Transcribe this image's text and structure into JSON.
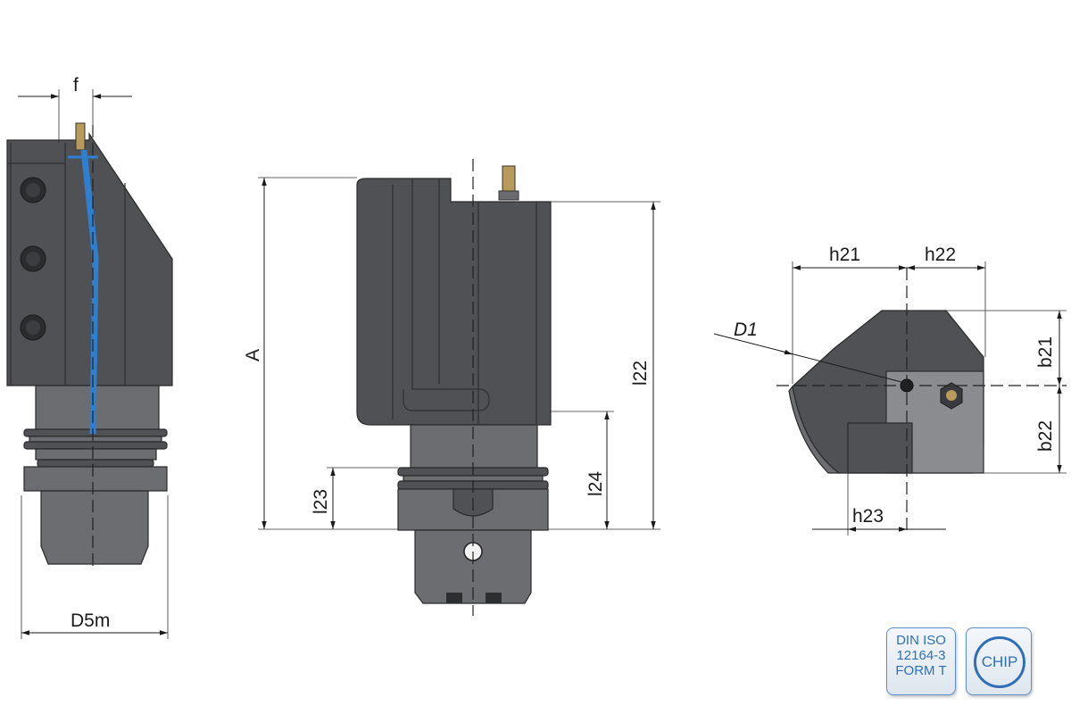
{
  "dimensions": {
    "f": "f",
    "d5m": "D5m",
    "a": "A",
    "l22": "l22",
    "l23": "l23",
    "l24": "l24",
    "h21": "h21",
    "h22": "h22",
    "d1": "D1",
    "b21": "b21",
    "b22": "b22",
    "h23": "h23"
  },
  "badges": {
    "din_iso": [
      "DIN ISO",
      "12164-3",
      "FORM T"
    ],
    "chip": "CHIP"
  },
  "colors": {
    "coolant_channel": "#2f7fd0",
    "badge_accent": "#2f6fb6",
    "body": "#4f5154"
  }
}
